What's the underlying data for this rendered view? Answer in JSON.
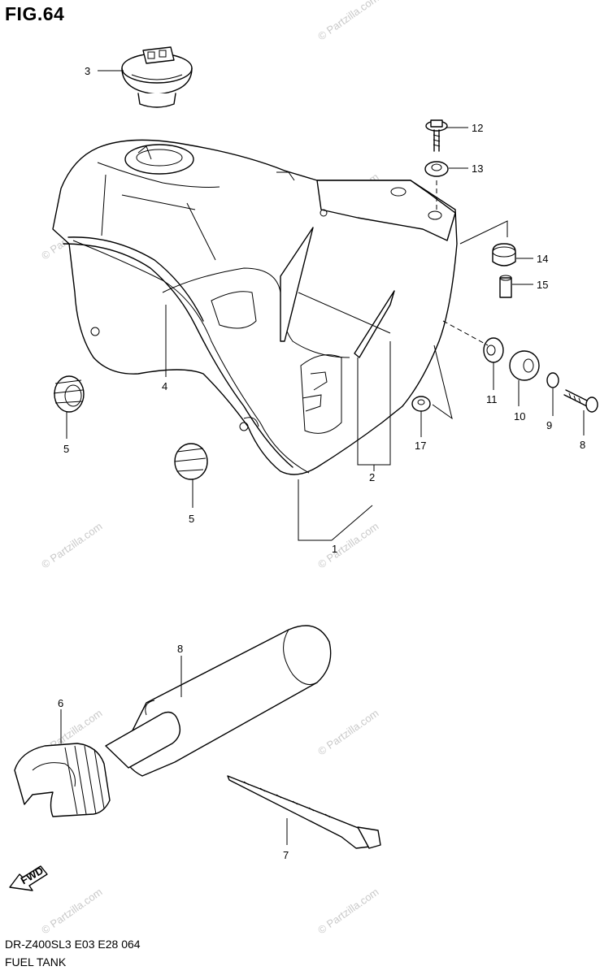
{
  "figure": {
    "title": "FIG.64"
  },
  "footer": {
    "model_code": "DR-Z400SL3  E03  E28  064",
    "section_name": "FUEL TANK"
  },
  "watermark": {
    "text": "© Partzilla.com",
    "color": "#c9c9c9"
  },
  "fwd_label": "FWD",
  "callouts": [
    {
      "id": "c1",
      "label": "1"
    },
    {
      "id": "c2",
      "label": "2"
    },
    {
      "id": "c3",
      "label": "3"
    },
    {
      "id": "c4",
      "label": "4"
    },
    {
      "id": "c5a",
      "label": "5"
    },
    {
      "id": "c5b",
      "label": "5"
    },
    {
      "id": "c6",
      "label": "6"
    },
    {
      "id": "c7",
      "label": "7"
    },
    {
      "id": "c8",
      "label": "8"
    },
    {
      "id": "c9",
      "label": "9"
    },
    {
      "id": "c10",
      "label": "10"
    },
    {
      "id": "c11",
      "label": "11"
    },
    {
      "id": "c12",
      "label": "12"
    },
    {
      "id": "c13",
      "label": "13"
    },
    {
      "id": "c14",
      "label": "14"
    },
    {
      "id": "c15",
      "label": "15"
    },
    {
      "id": "c16",
      "label": "16"
    },
    {
      "id": "c17",
      "label": "17"
    }
  ]
}
